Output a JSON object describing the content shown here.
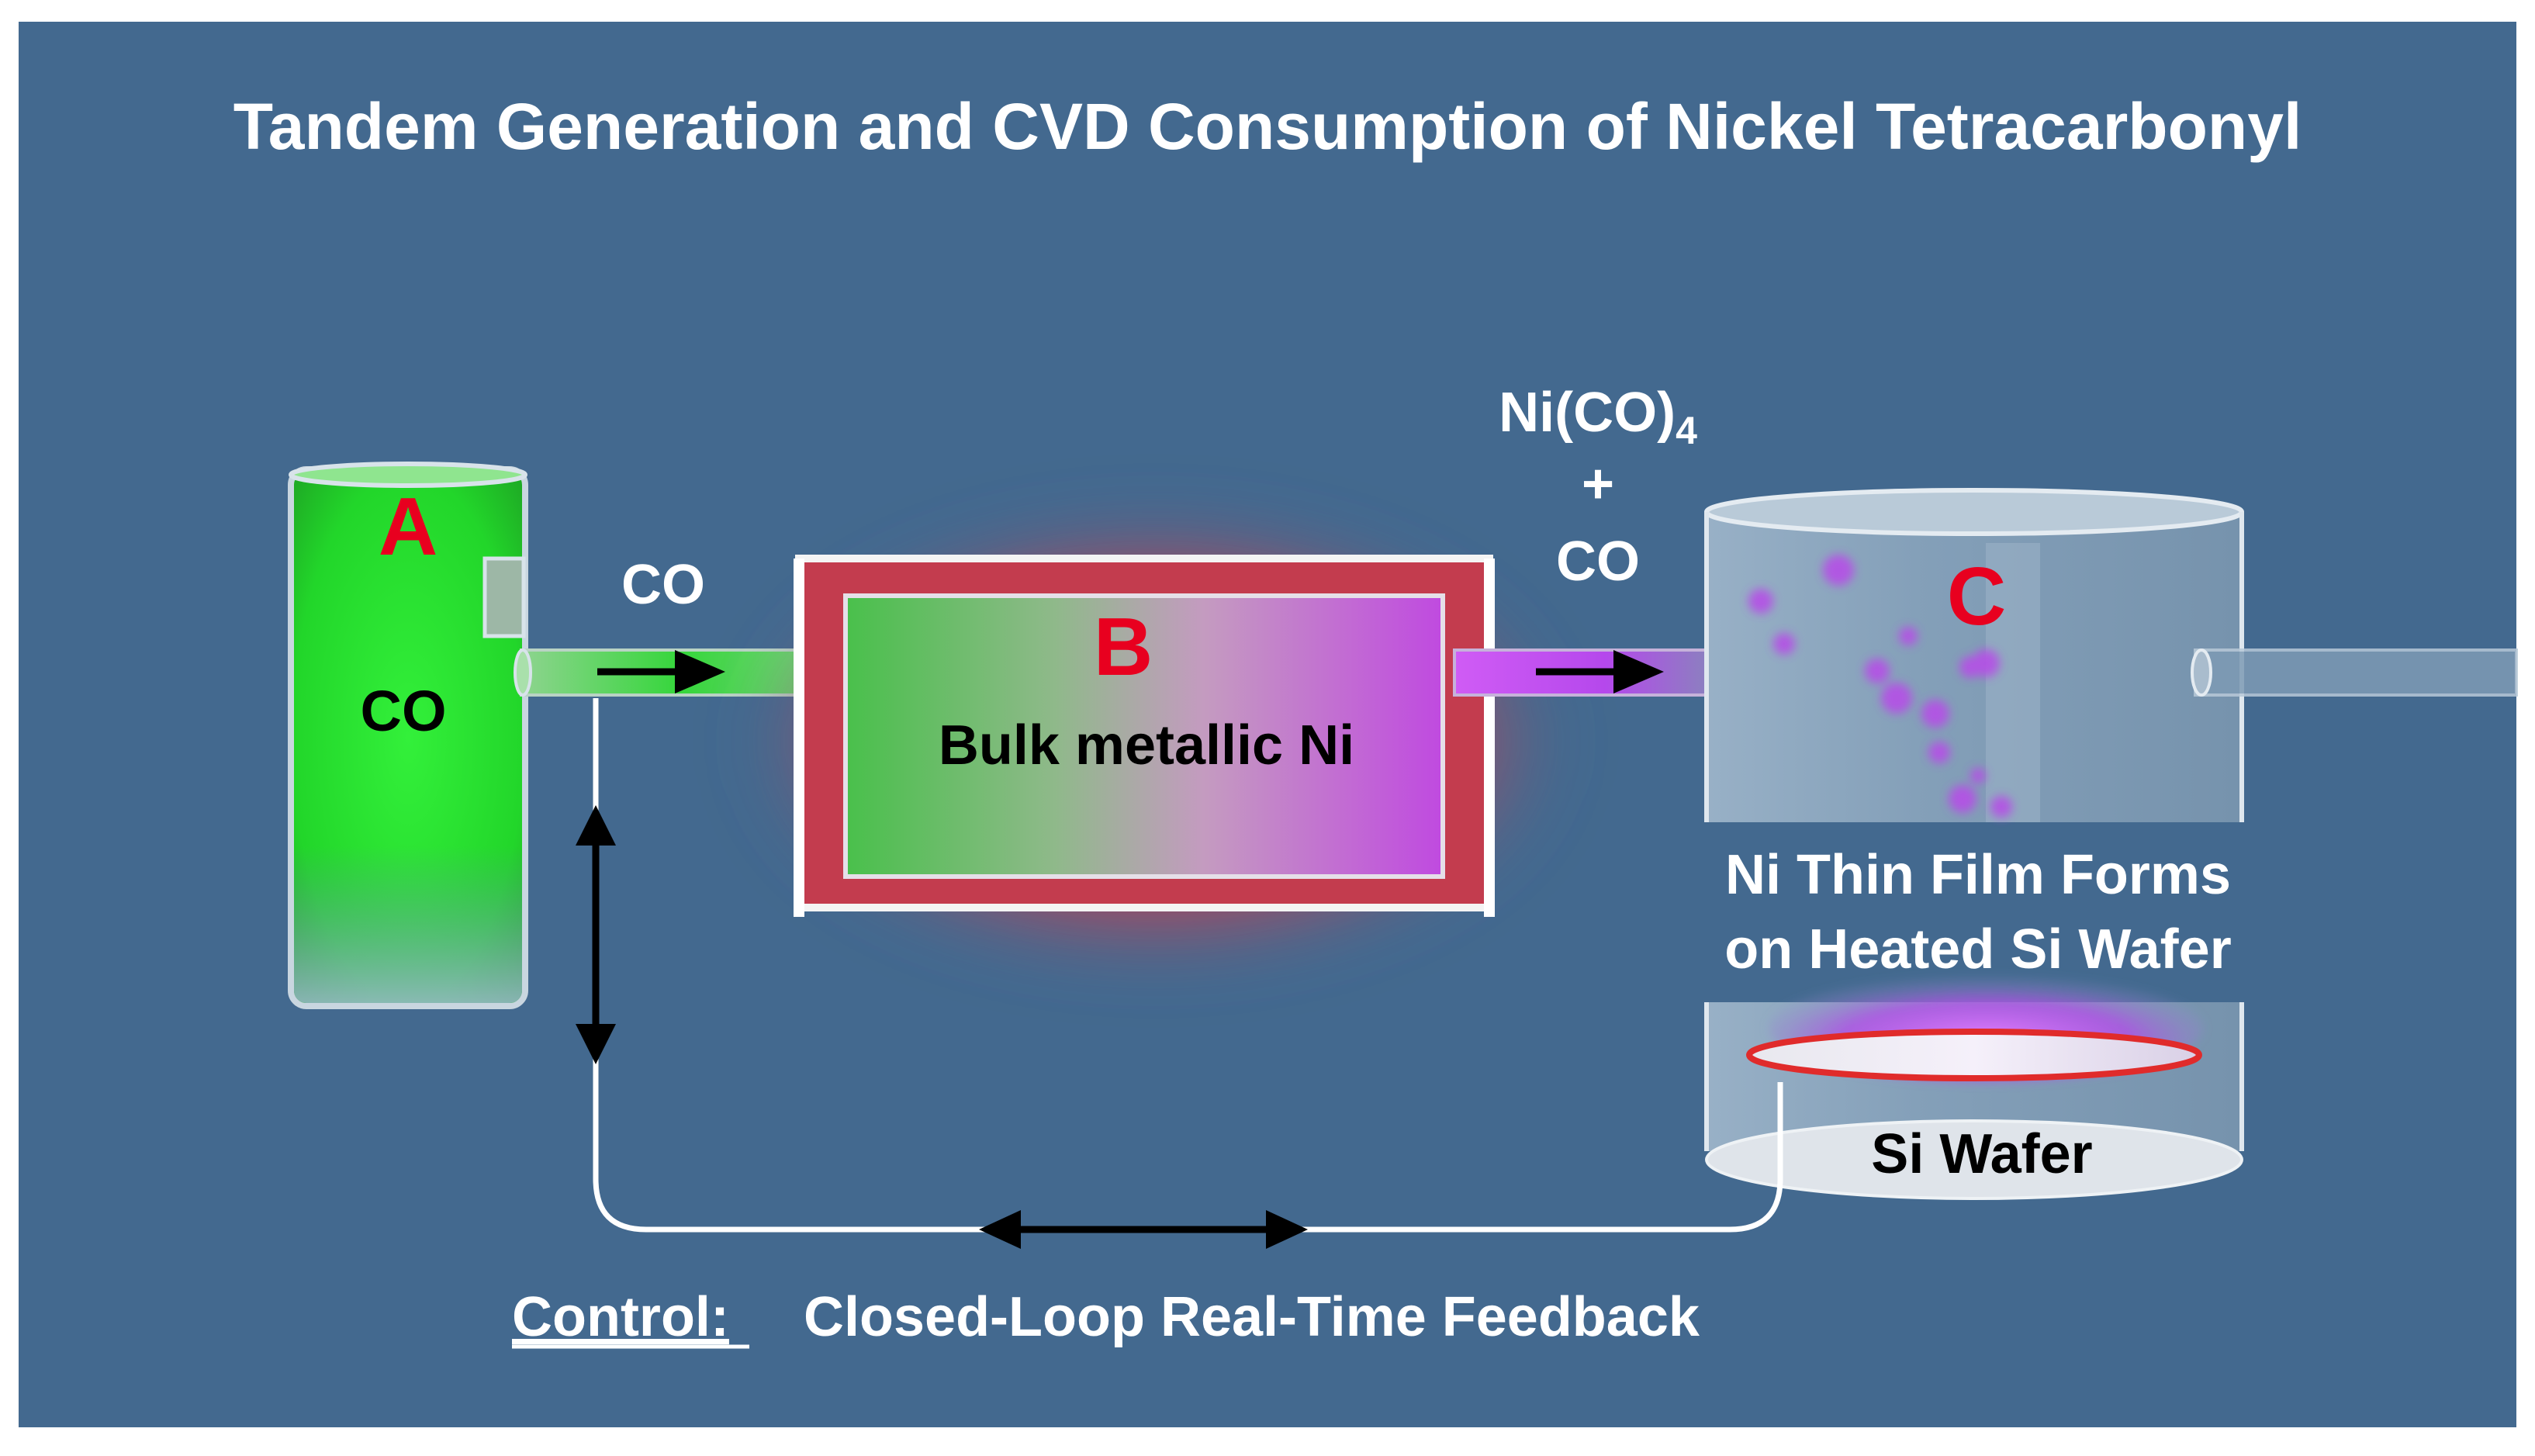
{
  "title": "Tandem Generation and CVD Consumption of Nickel Tetracarbonyl",
  "colors": {
    "background": "#43698f",
    "outer": "#ffffff",
    "label_red": "#e8001f",
    "co_green": "#27e02f",
    "product_purple": "#b94df0",
    "heat_red": "#c33c4e",
    "wafer_ring": "#e02b2b",
    "line_white": "#ffffff",
    "arrow_black": "#000000"
  },
  "vessel_a": {
    "letter": "A",
    "content": "CO"
  },
  "tube_ab": {
    "label": "CO"
  },
  "reactor_b": {
    "letter": "B",
    "content": "Bulk metallic Ni"
  },
  "tube_bc": {
    "line1": "Ni(CO)",
    "subscript": "4",
    "line2": "+",
    "line3": "CO"
  },
  "chamber_c": {
    "letter": "C",
    "caption_line1": "Ni Thin Film Forms",
    "caption_line2": "on Heated Si Wafer",
    "wafer_label": "Si Wafer"
  },
  "control": {
    "label": "Control:",
    "description": "Closed-Loop Real-Time Feedback"
  },
  "icons": [
    "flow-arrow-icon",
    "double-arrow-icon"
  ]
}
